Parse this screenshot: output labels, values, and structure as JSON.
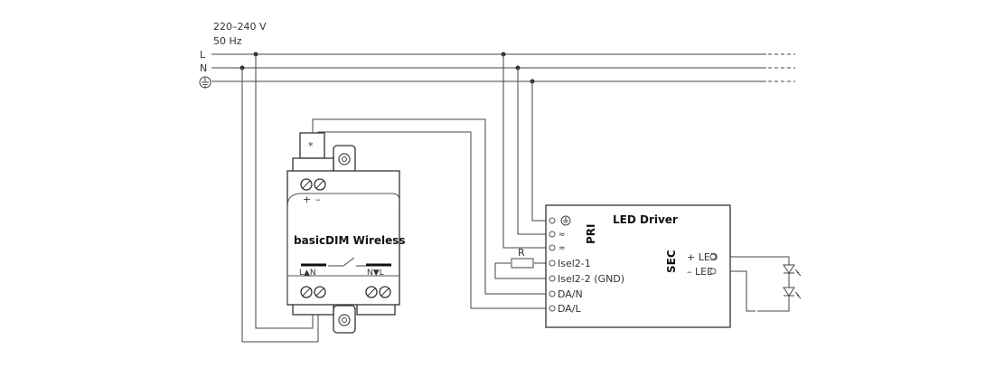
{
  "supply": {
    "voltage": "220–240 V",
    "frequency": "50 Hz",
    "line_l": "L",
    "line_n": "N"
  },
  "dimmer": {
    "name": "basicDIM Wireless",
    "asterisk": "*",
    "plus": "+",
    "minus": "–",
    "left_label": "L▲N",
    "right_label": "N▼L"
  },
  "driver": {
    "name": "LED Driver",
    "pri": "PRI",
    "sec": "SEC",
    "tilde": "≈",
    "isel1": "Isel2-1",
    "isel2": "Isel2-2 (GND)",
    "dan": "DA/N",
    "dal": "DA/L",
    "led_plus": "+ LED",
    "led_minus": "– LED"
  },
  "resistor_label": "R"
}
